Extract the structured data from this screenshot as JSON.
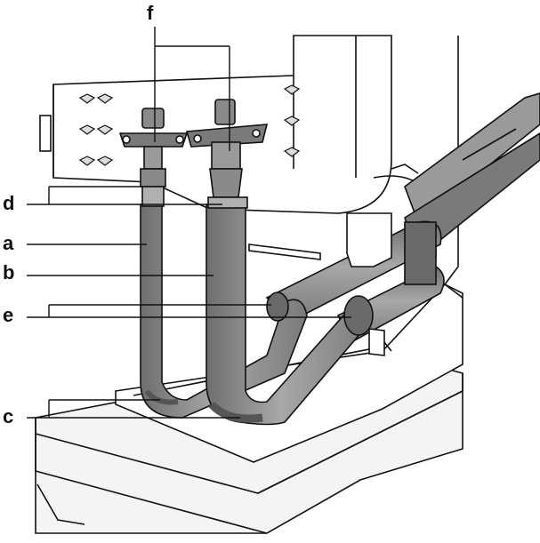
{
  "callouts": {
    "a": "a",
    "b": "b",
    "c": "c",
    "d": "d",
    "e": "e",
    "f": "f"
  },
  "colors": {
    "line": "#111111",
    "pipe_dark": "#7c7c7c",
    "pipe_mid": "#9a9a9a",
    "pipe_light": "#c4c4c4",
    "pipe_shadow": "#5a5a5a",
    "background": "#ffffff"
  },
  "icons": [
    "refrigerant-pipe",
    "stop-valve",
    "insulation-tape",
    "drain-pan",
    "base-frame"
  ]
}
